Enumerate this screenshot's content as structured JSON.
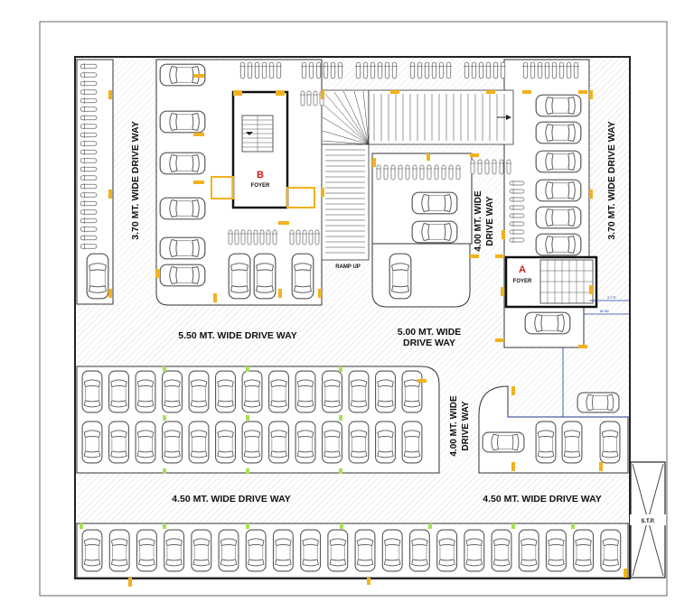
{
  "labels": {
    "drive_left": "3.70 MT. WIDE DRIVE WAY",
    "drive_right": "3.70 MT. WIDE DRIVE WAY",
    "drive_mid_550": "5.50 MT. WIDE DRIVE WAY",
    "drive_500_line1": "5.00 MT. WIDE",
    "drive_500_line2": "DRIVE WAY",
    "drive_400_upper_line1": "4.00 MT. WIDE",
    "drive_400_upper_line2": "DRIVE WAY",
    "drive_400_lower_line1": "4.00 MT. WIDE",
    "drive_400_lower_line2": "DRIVE WAY",
    "drive_450_left": "4.50 MT. WIDE DRIVE WAY",
    "drive_450_right": "4.50 MT. WIDE DRIVE WAY",
    "ramp": "RAMP UP",
    "stp": "S.T.P.",
    "foyer_b_letter": "B",
    "foyer_b": "FOYER",
    "foyer_a_letter": "A",
    "foyer_a": "FOYER",
    "pipe_label_1": "S.T.P.",
    "pipe_label_2": "M.DE"
  },
  "colors": {
    "wall": "#222222",
    "hatch": "#d9d9d9",
    "column": "#f2b21c",
    "column_green": "#a8e05a",
    "foyer_letter": "#d11a1a",
    "pipe": "#1a3ea8"
  }
}
